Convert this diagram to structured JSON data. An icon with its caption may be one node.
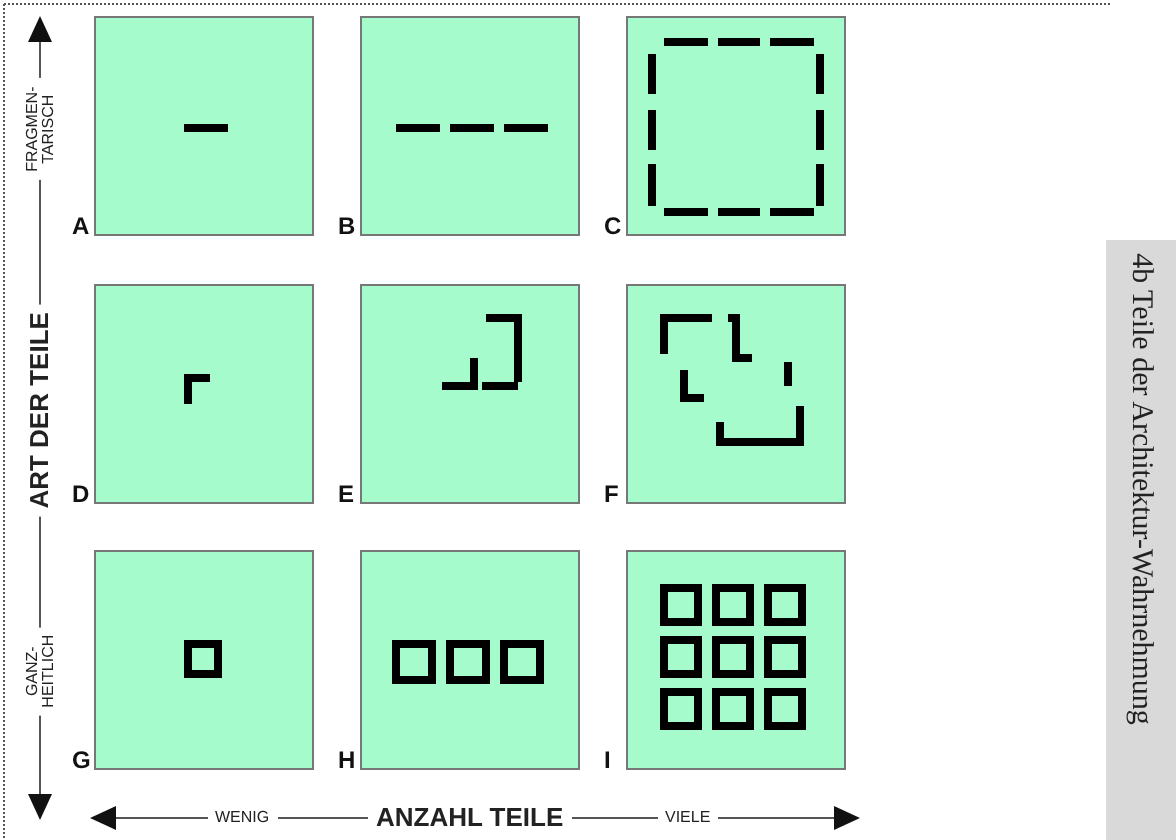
{
  "diagram": {
    "nodes": [
      {
        "text": [
          "A"
        ]
      },
      {
        "text": [
          "B"
        ]
      },
      {
        "text": [
          "C"
        ]
      },
      {
        "text": [
          "D"
        ]
      },
      {
        "text": [
          "E"
        ]
      },
      {
        "text": [
          "F"
        ]
      },
      {
        "text": [
          "G"
        ]
      },
      {
        "text": [
          "H"
        ]
      },
      {
        "text": [
          "I"
        ]
      },
      {
        "text": [
          "4b Teile der Architektur-Wahrnehmung"
        ]
      }
    ],
    "labels": [
      "FRAGMEN- TARISCH",
      "ART DER TEILE",
      "GANZ- HEITLICH",
      "WENIG",
      "ANZAHL TEILE",
      "VIELE"
    ]
  }
}
